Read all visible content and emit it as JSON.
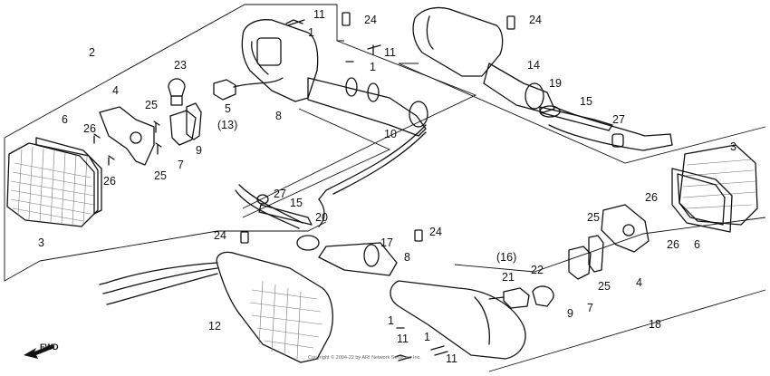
{
  "callouts": {
    "c1a": "1",
    "c1b": "1",
    "c1c": "1",
    "c1d": "1",
    "c2": "2",
    "c3a": "3",
    "c3b": "3",
    "c4a": "4",
    "c4b": "4",
    "c5": "5",
    "c13": "(13)",
    "c6a": "6",
    "c6b": "6",
    "c7a": "7",
    "c7b": "7",
    "c8a": "8",
    "c8b": "8",
    "c9a": "9",
    "c9b": "9",
    "c10": "10",
    "c11a": "11",
    "c11b": "11",
    "c11c": "11",
    "c11d": "11",
    "c12": "12",
    "c14": "14",
    "c15a": "15",
    "c15b": "15",
    "c16": "(16)",
    "c17": "17",
    "c18": "18",
    "c19": "19",
    "c20": "20",
    "c21": "21",
    "c22": "22",
    "c23": "23",
    "c24a": "24",
    "c24b": "24",
    "c24c": "24",
    "c24d": "24",
    "c25a": "25",
    "c25b": "25",
    "c25c": "25",
    "c25d": "25",
    "c26a": "26",
    "c26b": "26",
    "c26c": "26",
    "c26d": "26",
    "c27a": "27",
    "c27b": "27"
  },
  "fwd_label": "FWD",
  "watermark": "Copyright © 2004-22 by ARI Network Services, Inc."
}
